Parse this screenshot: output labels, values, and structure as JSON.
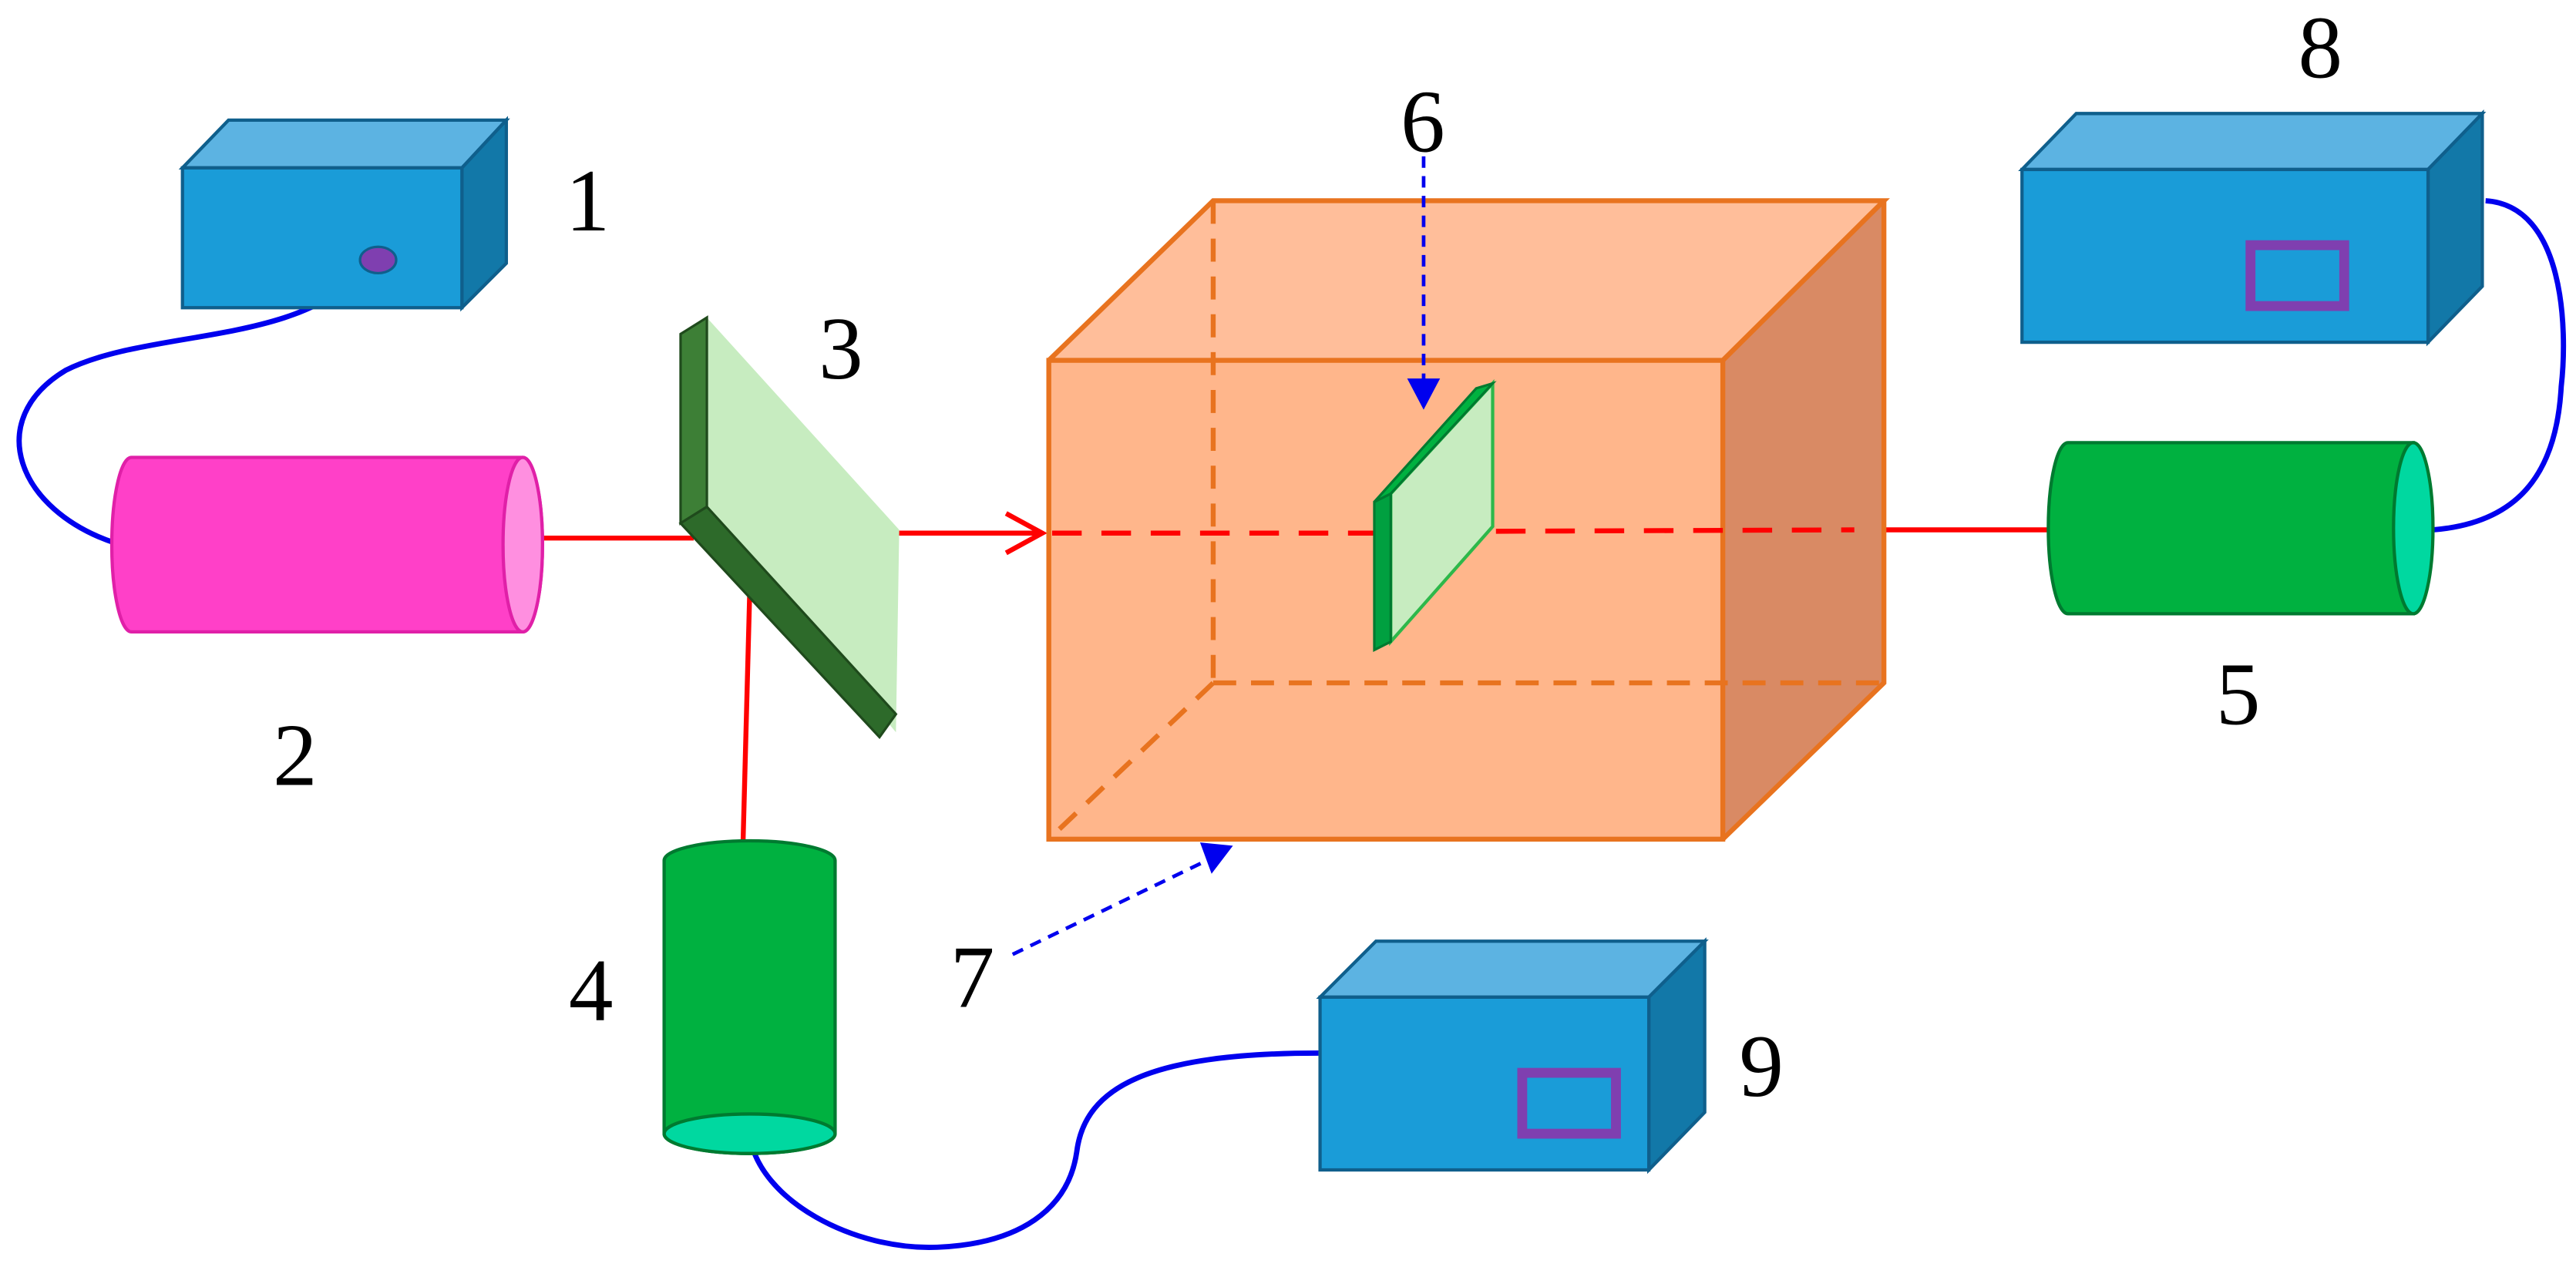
{
  "labels": {
    "l1": "1",
    "l2": "2",
    "l3": "3",
    "l4": "4",
    "l5": "5",
    "l6": "6",
    "l7": "7",
    "l8": "8",
    "l9": "9"
  },
  "colors": {
    "box_front": "#1a9cd8",
    "box_top": "#5cb3e2",
    "box_side": "#1278a8",
    "cable": "#0000ee",
    "laser_body": "#ff40c8",
    "detector_body": "#00b140",
    "detector_lens": "#00d8a0",
    "beam": "#ff0000",
    "chamber_front": "#ffb081",
    "chamber_side": "#d98a64",
    "chamber_edge": "#e8731f",
    "plate_face": "#c7ecc0",
    "plate_edge": "#2d6a2a",
    "display_frame": "#7f3fb0",
    "pointer": "#0000ee"
  }
}
